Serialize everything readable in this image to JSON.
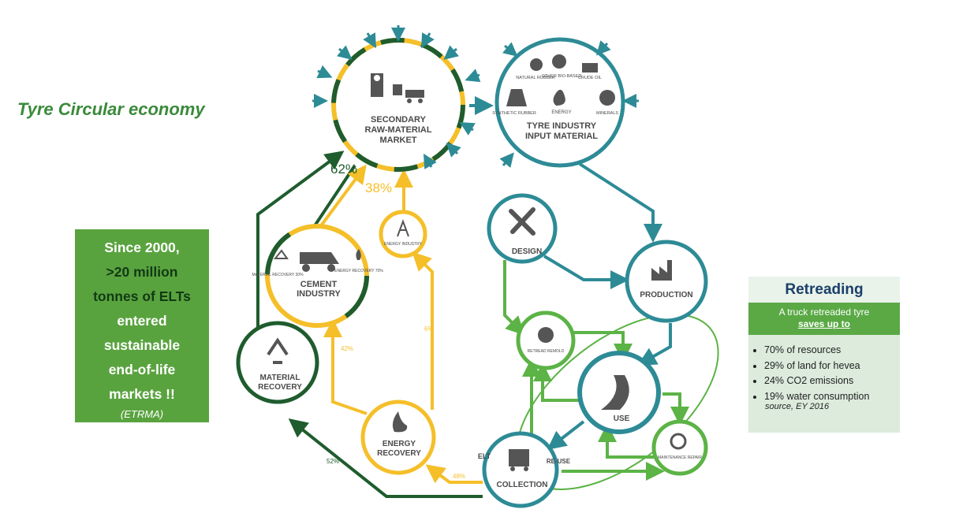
{
  "title": "Tyre Circular economy",
  "fact_box": {
    "line1": "Since 2000,",
    "line2": ">20 million",
    "line3": "tonnes of ELTs",
    "line4": "entered",
    "line5": "sustainable",
    "line6": "end-of-life",
    "line7": "markets !!",
    "source": "(ETRMA)"
  },
  "retreading": {
    "heading": "Retreading",
    "band_line1": "A truck retreaded tyre",
    "band_line2": "saves up to",
    "bullets": [
      "70% of resources",
      "29% of land for hevea",
      "24% CO2 emissions",
      "19% water consumption"
    ],
    "source": "source, EY 2016"
  },
  "nodes": {
    "secondary_line1": "SECONDARY",
    "secondary_line2": "RAW-MATERIAL",
    "secondary_line3": "MARKET",
    "tyre_line1": "TYRE INDUSTRY",
    "tyre_line2": "INPUT MATERIAL",
    "tyre_items": [
      "NATURAL RUBBER",
      "OTHER BIO-BASED",
      "CRUDE OIL",
      "SYNTHETIC RUBBER",
      "ENERGY",
      "MINERALS"
    ],
    "design": "DESIGN",
    "production": "PRODUCTION",
    "cement_line1": "CEMENT",
    "cement_line2": "INDUSTRY",
    "cement_left": "MATERIAL RECOVERY 30%",
    "cement_right": "ENERGY RECOVERY 70%",
    "energy_industry": "ENERGY INDUSTRY",
    "material_line1": "MATERIAL",
    "material_line2": "RECOVERY",
    "energy_line1": "ENERGY",
    "energy_line2": "RECOVERY",
    "collection": "COLLECTION",
    "elt": "ELT",
    "reuse": "RE-USE",
    "retread_remold": "RETREAD REMOLD",
    "use": "USE",
    "maintenance": "MAINTENANCE REPAIR"
  },
  "percentages": {
    "p62": "62%",
    "p38": "38%",
    "p42": "42%",
    "p6": "6%",
    "p52": "52%",
    "p48": "48%"
  },
  "colors": {
    "dark_green": "#1f5c2e",
    "yellow": "#f5bf2a",
    "teal": "#2d8b96",
    "light_green": "#5cb346",
    "box_green": "#59a33f",
    "title_green": "#3a8a3a"
  }
}
